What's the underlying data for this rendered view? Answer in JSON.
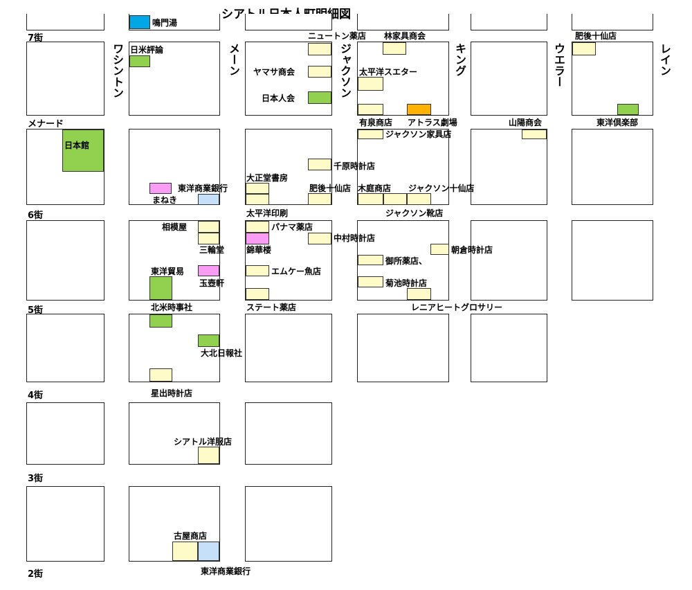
{
  "title": "シアトル日本人町明細図",
  "colors": {
    "yellow": "#fefbc9",
    "green": "#92d050",
    "pink": "#f99cf3",
    "lightblue": "#c6e0fa",
    "blue": "#00a7e5",
    "orange": "#ffb300"
  },
  "avenues": [
    "7街",
    "メナード",
    "6街",
    "5街",
    "4街",
    "3街",
    "2街"
  ],
  "streets": [
    "ワシントン",
    "メーン",
    "ジャクソン",
    "キング",
    "ウエラー",
    "レイン"
  ],
  "labels": {
    "narutoyu": "鳴門湯",
    "nichibei": "日米評論",
    "yamasa": "ヤマサ商会",
    "nihonjinkai": "日本人会",
    "newton": "ニュートン薬店",
    "hayashi": "林家具商会",
    "taiheiyo_esu": "太平洋スエター",
    "higo1": "肥後十仙店",
    "arizumi": "有泉商店",
    "atlas": "アトラス劇場",
    "sanyo": "山陽商会",
    "toyo_club": "東洋倶楽部",
    "nihonkan": "日本館",
    "jackson_kagu": "ジャクソン家具店",
    "chihara": "千原時計店",
    "taishodo": "大正堂書房",
    "toyo_bank": "東洋商業銀行",
    "manekii": "まねき",
    "higo2": "肥後十仙店",
    "kiniwa": "木庭商店",
    "jackson_jussen": "ジャクソン十仙店",
    "taiheiyo_print": "太平洋印刷",
    "jackson_kutsu": "ジャクソン靴店",
    "sagamiya": "相模屋",
    "panama": "パナマ薬店",
    "nakamura": "中村時計店",
    "miwado": "三輪堂",
    "kinkaro": "錦華楼",
    "asakura": "朝倉時計店",
    "gosho": "御所薬店、",
    "toyo_boeki": "東洋貿易",
    "emuke": "エムケー魚店",
    "gyokusuiken": "玉壺軒",
    "kikuchi": "菊池時計店",
    "hokubei": "北米時事社",
    "state": "ステート薬店",
    "rainier": "レニアヒートグロサリー",
    "taihoku": "大北日報社",
    "hoshide": "星出時計店",
    "seattle_yofuku": "シアトル洋服店",
    "furuya": "古屋商店",
    "toyo_bank2": "東洋商業銀行"
  }
}
